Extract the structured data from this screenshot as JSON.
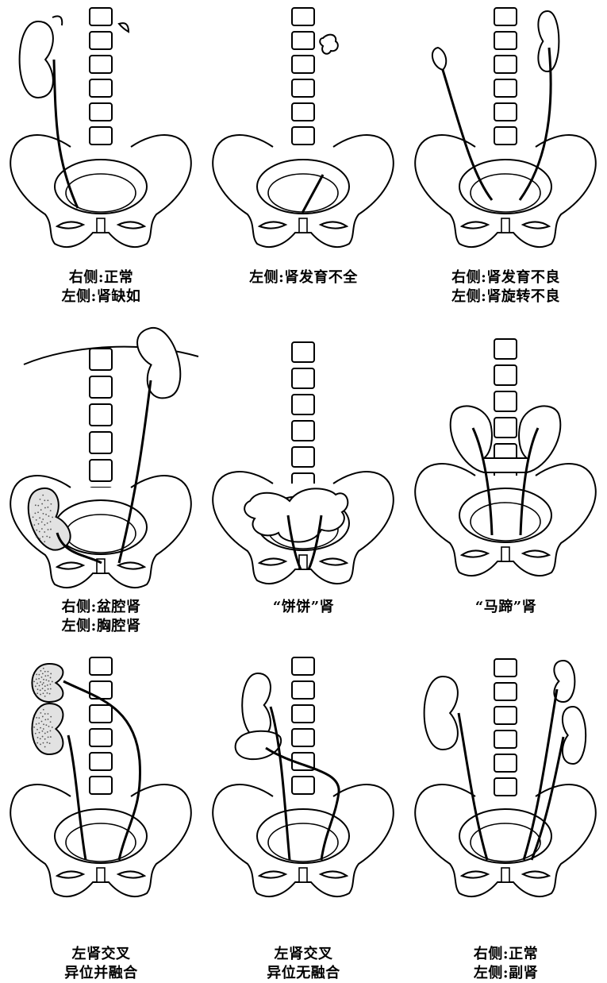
{
  "figure": {
    "panels": [
      {
        "id": "p1",
        "lines": [
          "右侧:正常",
          "左侧:肾缺如"
        ]
      },
      {
        "id": "p2",
        "lines": [
          "左侧:肾发育不全"
        ]
      },
      {
        "id": "p3",
        "lines": [
          "右侧:肾发育不良",
          "左侧:肾旋转不良"
        ]
      },
      {
        "id": "p4",
        "lines": [
          "右侧:盆腔肾",
          "左侧:胸腔肾"
        ]
      },
      {
        "id": "p5",
        "lines": [
          "“饼饼”肾"
        ]
      },
      {
        "id": "p6",
        "lines": [
          "“马蹄”肾"
        ]
      },
      {
        "id": "p7",
        "lines": [
          "左肾交叉",
          "异位并融合"
        ]
      },
      {
        "id": "p8",
        "lines": [
          "左肾交叉",
          "异位无融合"
        ]
      },
      {
        "id": "p9",
        "lines": [
          "右侧:正常",
          "左侧:副肾"
        ]
      }
    ]
  },
  "colors": {
    "stroke": "#000000",
    "fill": "#ffffff",
    "stipple": "#555555"
  }
}
